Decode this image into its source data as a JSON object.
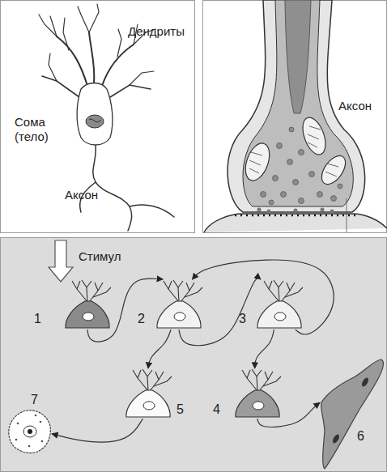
{
  "diagram": {
    "nodes": [
      {
        "text": [
          "1"
        ]
      },
      {
        "text": [
          "2"
        ]
      },
      {
        "text": [
          "3"
        ]
      },
      {
        "text": [
          "4"
        ]
      },
      {
        "text": [
          "5"
        ]
      },
      {
        "text": [
          "6"
        ]
      },
      {
        "text": [
          "7"
        ]
      }
    ],
    "edges": [
      {
        "from": 0,
        "to": 1,
        "arrow": "to"
      },
      {
        "from": 1,
        "to": 2,
        "arrow": "to"
      },
      {
        "from": 2,
        "to": 1,
        "arrow": "to"
      },
      {
        "from": 2,
        "to": 3,
        "arrow": "to"
      },
      {
        "from": 1,
        "to": 4,
        "arrow": "to"
      },
      {
        "from": 3,
        "to": 5,
        "arrow": "to"
      },
      {
        "from": 4,
        "to": 6,
        "arrow": "to"
      }
    ],
    "labels": [
      "Дендриты",
      "Сома (тело)",
      "Аксон",
      "Аксон",
      "Стимул"
    ]
  }
}
